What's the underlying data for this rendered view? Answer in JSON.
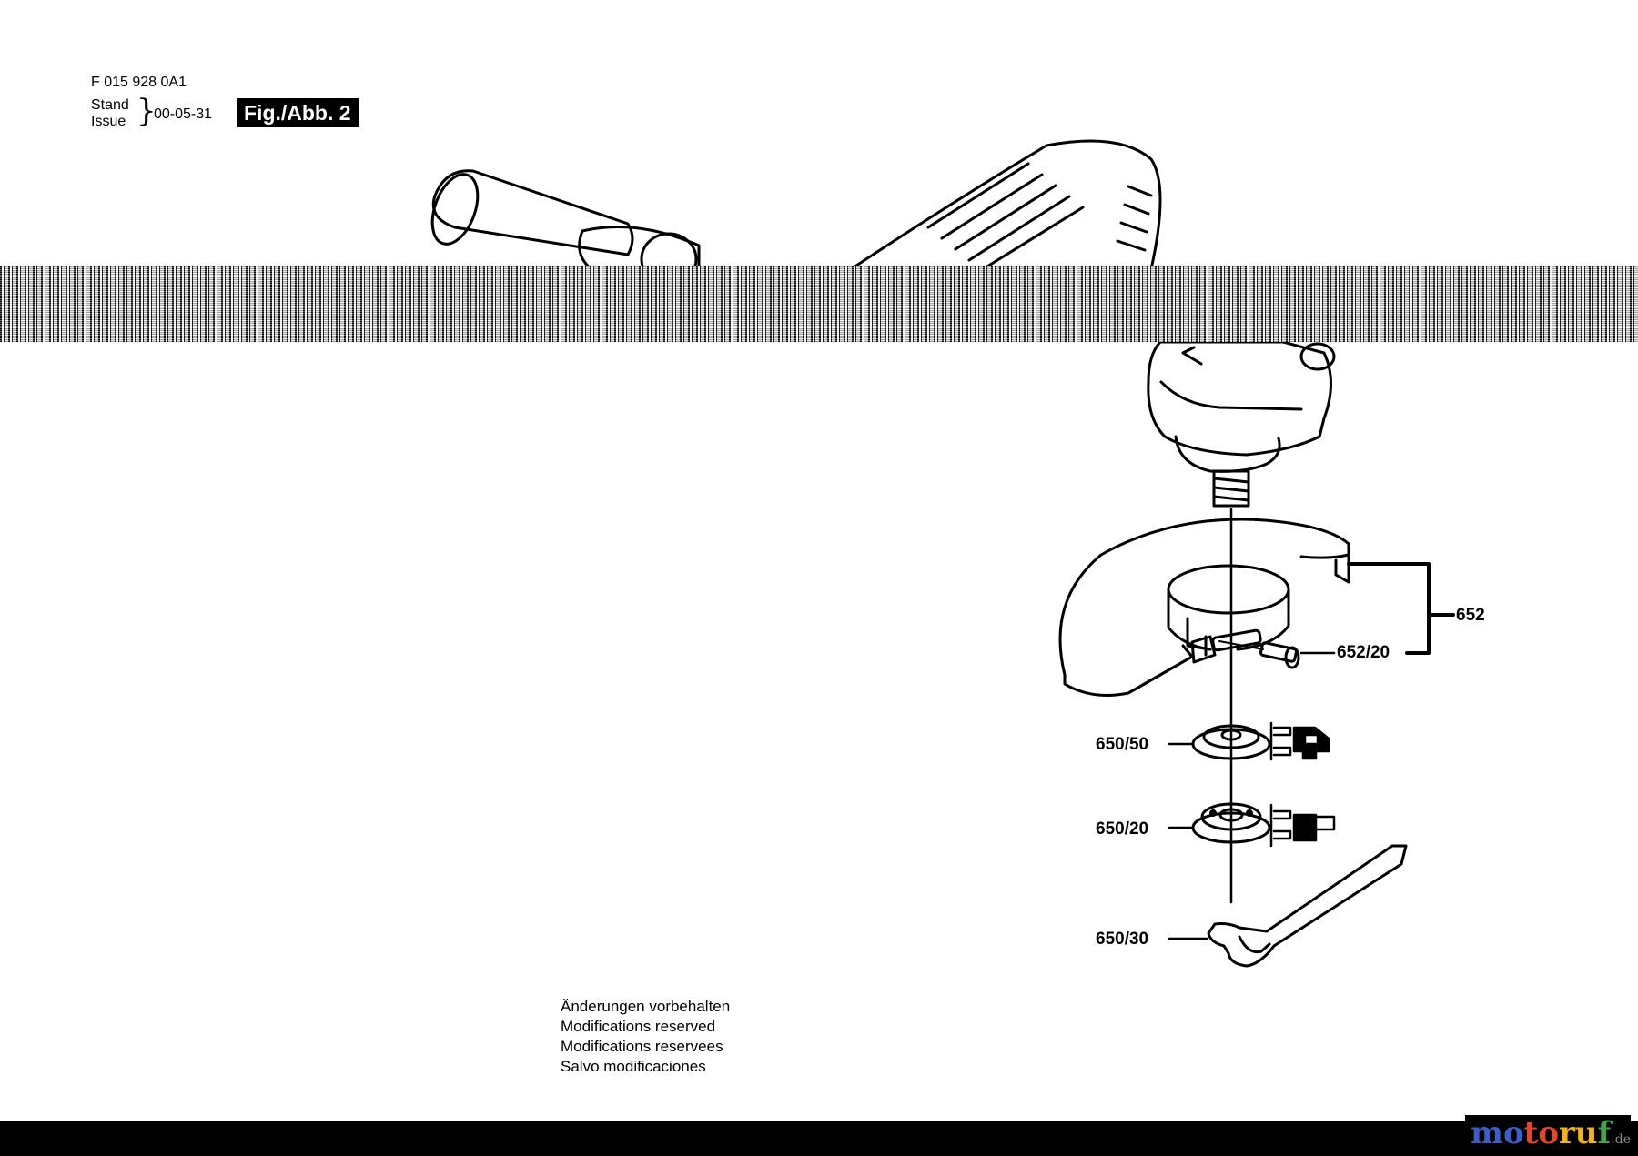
{
  "header": {
    "part_number": "F 015 928 0A1",
    "stand_label": "Stand",
    "issue_label": "Issue",
    "date": "00-05-31",
    "figure_label": "Fig./Abb. 2"
  },
  "callouts": {
    "guard": "652",
    "guard_screw": "652/20",
    "inner_flange": "650/50",
    "clamp_nut": "650/20",
    "spanner": "650/30"
  },
  "notes": [
    "Änderungen vorbehalten",
    "Modifications reserved",
    "Modifications reservees",
    "Salvo modificaciones"
  ],
  "brand": {
    "part1": "mo",
    "part2": "to",
    "part3": "ru",
    "part4": "f",
    "suffix": ".de"
  }
}
